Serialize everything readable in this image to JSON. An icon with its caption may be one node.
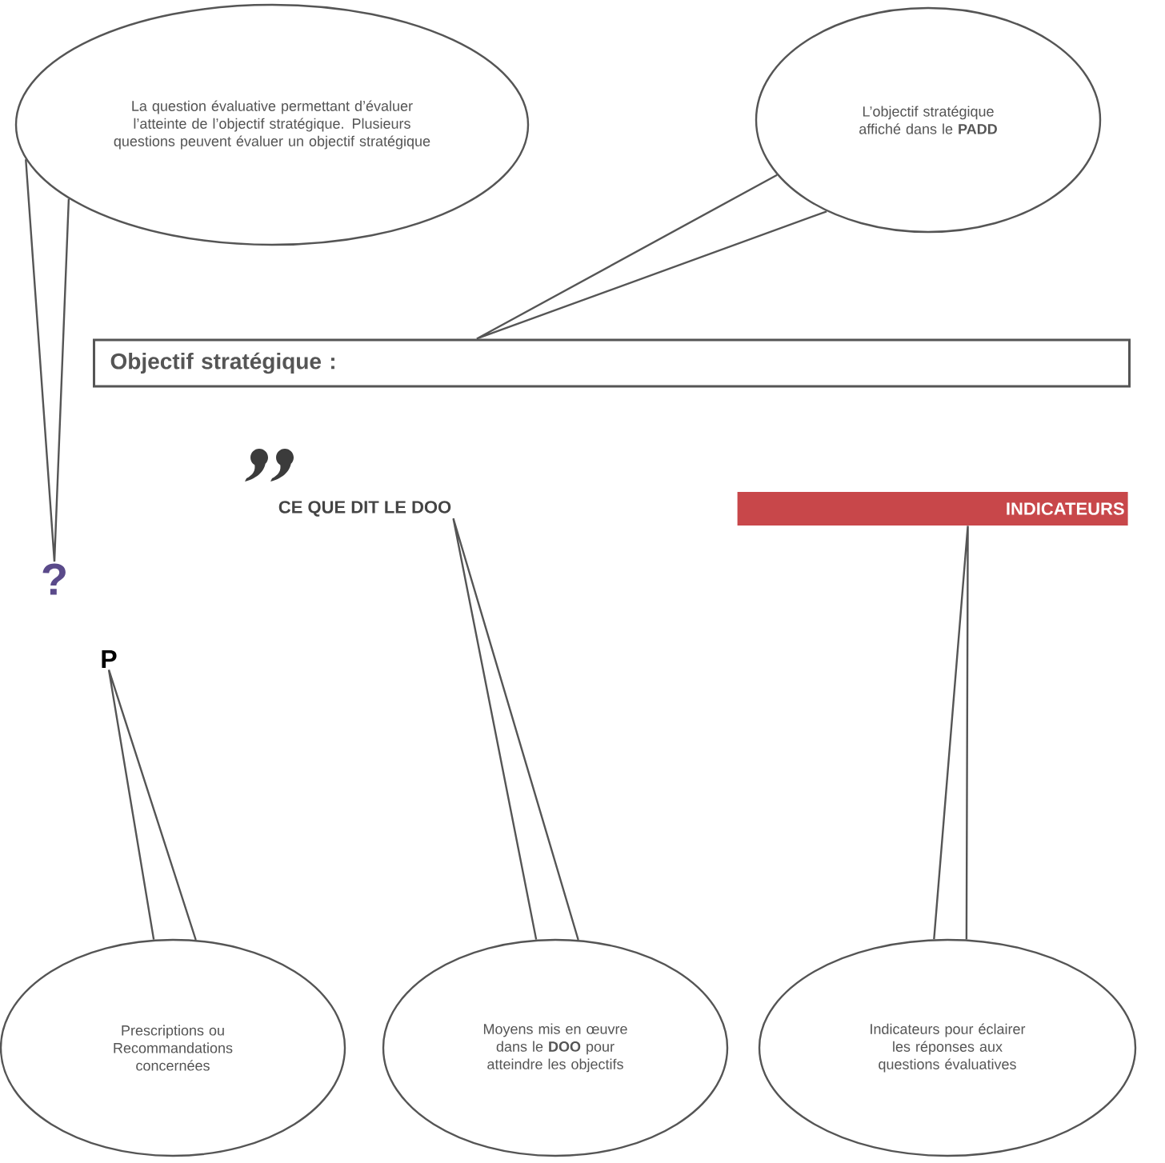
{
  "diagram": {
    "nodes": [
      {
        "text": [
          "La question évaluative permettant d’évaluer l’atteinte de l’objectif stratégique. Plusieurs questions peuvent évaluer un objectif stratégique"
        ]
      },
      {
        "text": [
          "L’objectif stratégique affiché dans le **PADD**"
        ]
      },
      {
        "text": [
          "Objectif stratégique :"
        ]
      },
      {
        "text": [
          "?"
        ]
      },
      {
        "text": [
          "CE QUE DIT LE DOO"
        ]
      },
      {
        "text": [
          "INDICATEURS"
        ]
      },
      {
        "text": [
          "P"
        ]
      },
      {
        "text": [
          "Prescriptions ou Recommandations concernées"
        ]
      },
      {
        "text": [
          "Moyens mis en œuvre dans le **DOO** pour atteindre les objectifs"
        ]
      },
      {
        "text": [
          "Indicateurs pour éclairer les réponses aux questions évaluatives"
        ]
      }
    ],
    "edges": [
      {
        "from": 0,
        "to": 3,
        "arrow": "none"
      },
      {
        "from": 1,
        "to": 2,
        "arrow": "none"
      },
      {
        "from": 7,
        "to": 6,
        "arrow": "none"
      },
      {
        "from": 8,
        "to": 4,
        "arrow": "none"
      },
      {
        "from": 9,
        "to": 5,
        "arrow": "none"
      }
    ]
  }
}
